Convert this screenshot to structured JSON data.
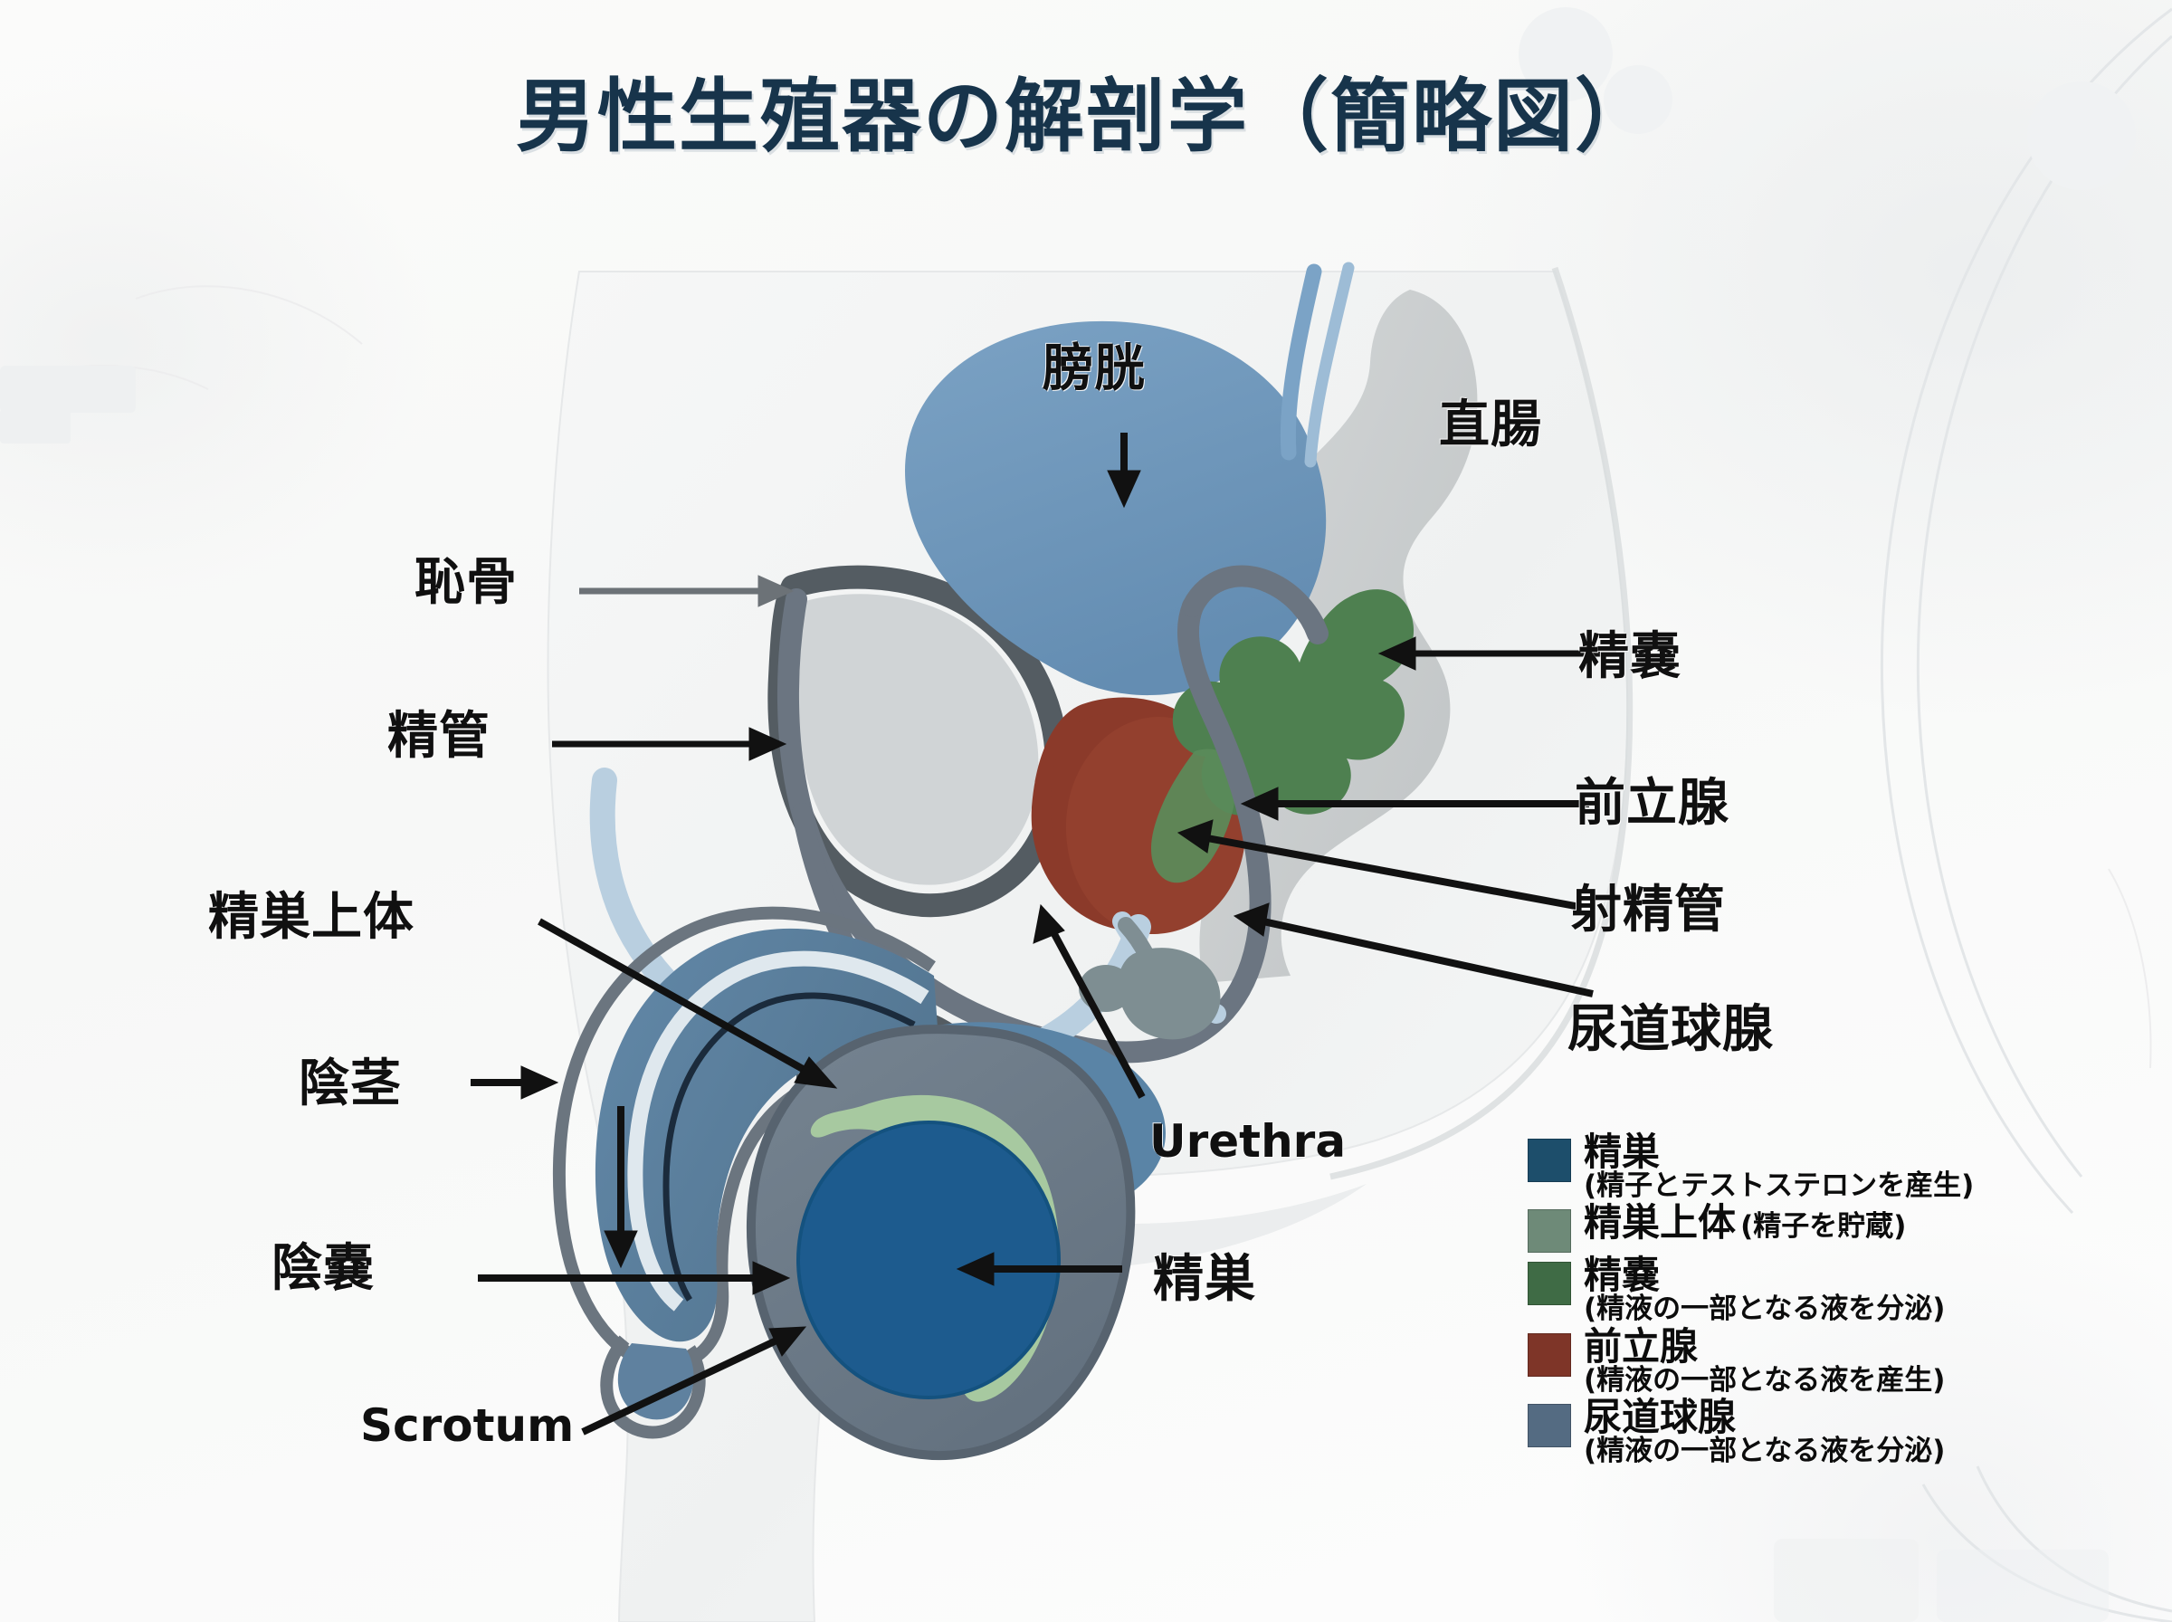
{
  "title": "男性生殖器の解剖学（簡略図）",
  "labels": {
    "bladder": "膀胱",
    "rectum": "直腸",
    "pubic_bone": "恥骨",
    "vas_deferens": "精管",
    "seminal_vesicle": "精嚢",
    "prostate": "前立腺",
    "ejaculatory_duct": "射精管",
    "bulbourethral_gland": "尿道球腺",
    "epididymis": "精巣上体",
    "penis": "陰茎",
    "scrotum_ja": "陰嚢",
    "scrotum_la": "Scrotum",
    "urethra": "Urethra",
    "testis": "精巣"
  },
  "legend": {
    "items": [
      {
        "color": "#1d4e6b",
        "name": "精巣",
        "desc": "(精子とテストステロンを産生)",
        "inline": false
      },
      {
        "color": "#6e8a78",
        "name": "精巣上体",
        "desc": "(精子を貯蔵)",
        "inline": true
      },
      {
        "color": "#3f6b45",
        "name": "精嚢",
        "desc": "(精液の一部となる液を分泌)",
        "inline": false
      },
      {
        "color": "#7e3528",
        "name": "前立腺",
        "desc": "(精液の一部となる液を産生)",
        "inline": false
      },
      {
        "color": "#546b82",
        "name": "尿道球腺",
        "desc": "(精液の一部となる液を分泌)",
        "inline": false
      }
    ]
  },
  "colors": {
    "title": "#17344b",
    "background": "#fbfbfa",
    "body_silhouette": "#f1f2f2",
    "rectum": "#c9cccd",
    "bladder": "#6d96bb",
    "prostate": "#8b3a2a",
    "seminal_vesicle": "#4e8050",
    "testis": "#1d5b8e",
    "epididymis": "#a7c9a0",
    "scrotum": "#6b7b8c",
    "penis_shaft": "#5a7e9e",
    "urethra_tube": "#b9cfe0",
    "vas_deferens_tube": "#6b7581",
    "bulbourethral": "#7e8e92",
    "leader_line": "#111111"
  }
}
